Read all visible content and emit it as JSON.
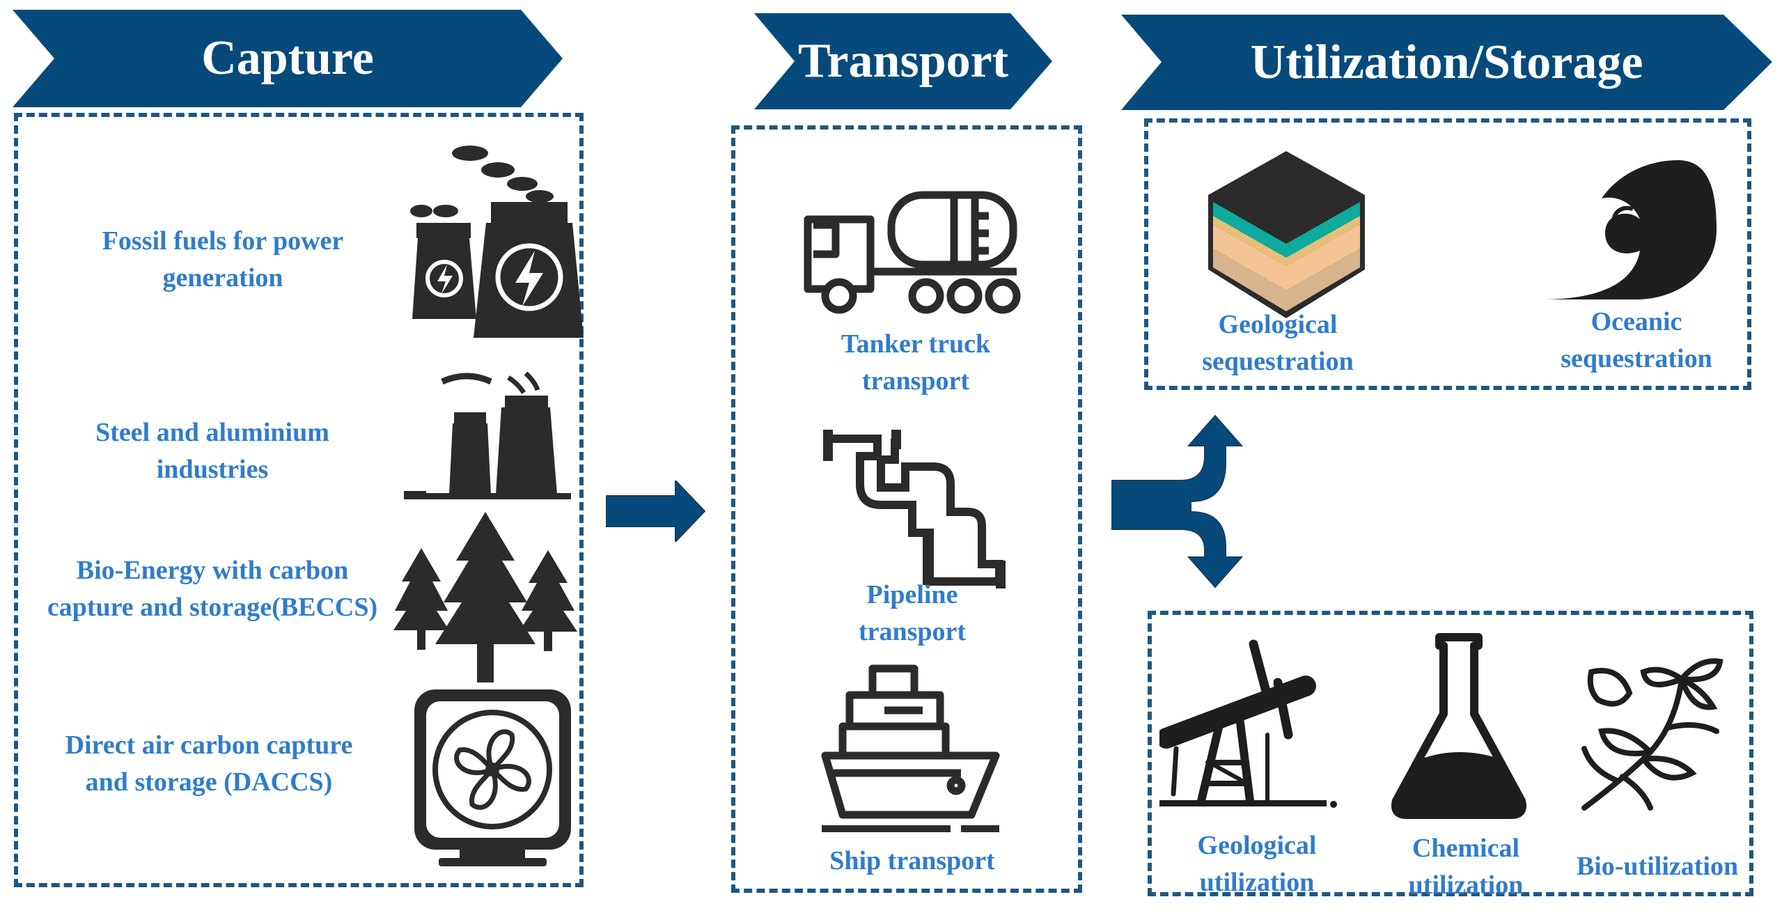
{
  "colors": {
    "banner": "#054a7b",
    "dash": "#1f5683",
    "label": "#2f7ccb",
    "icon": "#2b2b2b",
    "arrow": "#054a7b"
  },
  "stages": {
    "capture": {
      "title": "Capture"
    },
    "transport": {
      "title": "Transport"
    },
    "utilization": {
      "title": "Utilization/Storage"
    }
  },
  "capture": {
    "items": [
      {
        "label": "Fossil fuels for power generation",
        "icon": "power-plant-icon"
      },
      {
        "label": "Steel and aluminium industries",
        "icon": "factory-icon"
      },
      {
        "label": "Bio-Energy with carbon capture and storage(BECCS)",
        "icon": "trees-icon"
      },
      {
        "label": "Direct air carbon capture and storage (DACCS)",
        "icon": "fan-icon"
      }
    ]
  },
  "transport": {
    "items": [
      {
        "label": "Tanker truck transport",
        "icon": "tanker-truck-icon"
      },
      {
        "label": "Pipeline transport",
        "icon": "pipeline-icon"
      },
      {
        "label": "Ship transport",
        "icon": "ship-icon"
      }
    ]
  },
  "storage": {
    "items": [
      {
        "label": "Geological sequestration",
        "icon": "soil-layers-icon"
      },
      {
        "label": "Oceanic sequestration",
        "icon": "wave-icon"
      }
    ]
  },
  "utilization": {
    "items": [
      {
        "label": "Geological utilization",
        "icon": "oil-pump-icon"
      },
      {
        "label": "Chemical utilization",
        "icon": "flask-icon"
      },
      {
        "label": "Bio-utilization",
        "icon": "plant-icon"
      }
    ]
  }
}
